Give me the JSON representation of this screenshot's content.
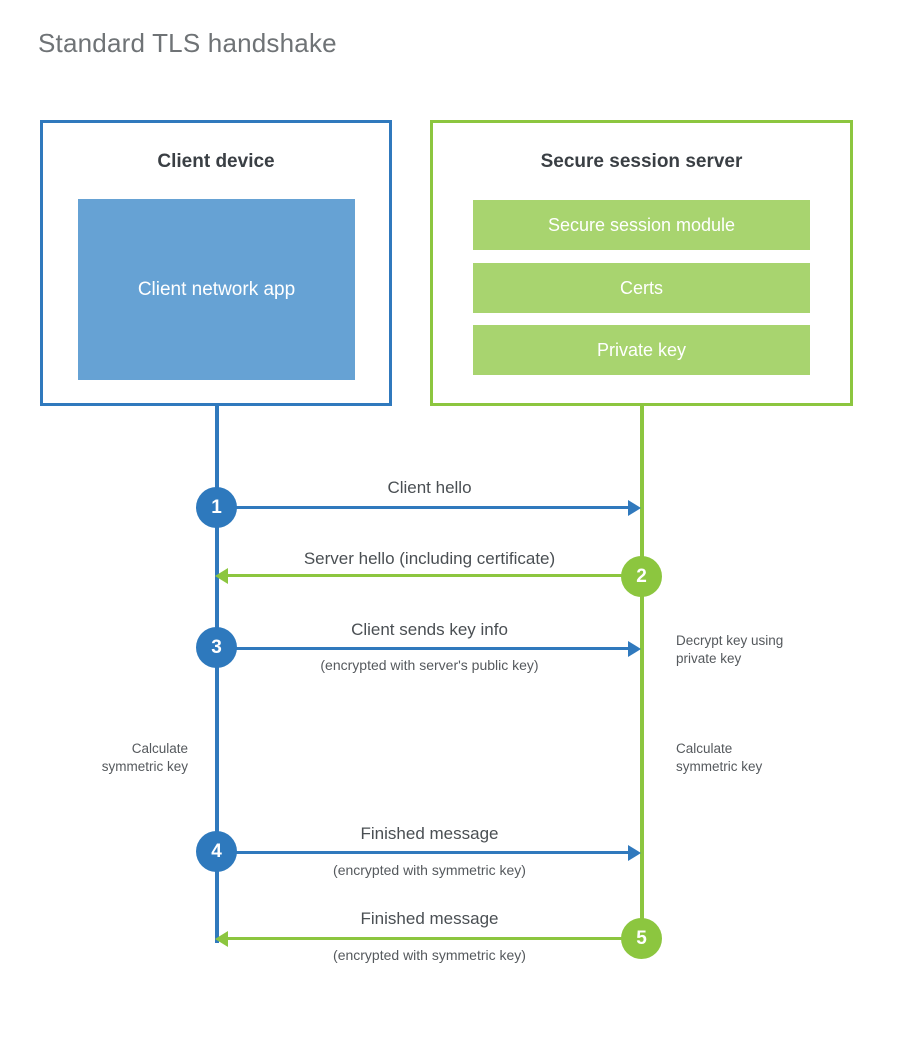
{
  "diagram": {
    "title": "Standard TLS handshake",
    "colors": {
      "client_border": "#3079bd",
      "client_fill": "#66a2d4",
      "server_border": "#8cc63f",
      "server_fill": "#a8d46f",
      "badge_blue": "#2e79bd",
      "badge_green": "#8cc63f",
      "title_text": "#6f7376",
      "body_text": "#4a4f53",
      "background": "#ffffff"
    }
  },
  "client": {
    "title": "Client device",
    "app_label": "Client network app"
  },
  "server": {
    "title": "Secure session server",
    "blocks": [
      {
        "label": "Secure session module"
      },
      {
        "label": "Certs"
      },
      {
        "label": "Private key"
      }
    ]
  },
  "steps": [
    {
      "number": "1",
      "label": "Client hello",
      "sublabel": "",
      "direction": "client-to-server",
      "color": "blue"
    },
    {
      "number": "2",
      "label": "Server hello (including certificate)",
      "sublabel": "",
      "direction": "server-to-client",
      "color": "green"
    },
    {
      "number": "3",
      "label": "Client sends key info",
      "sublabel": "(encrypted with server's public key)",
      "direction": "client-to-server",
      "color": "blue"
    },
    {
      "number": "4",
      "label": "Finished message",
      "sublabel": "(encrypted with symmetric key)",
      "direction": "client-to-server",
      "color": "blue"
    },
    {
      "number": "5",
      "label": "Finished message",
      "sublabel": "(encrypted with symmetric key)",
      "direction": "server-to-client",
      "color": "green"
    }
  ],
  "notes": {
    "server_decrypt": "Decrypt key using\nprivate key",
    "server_decrypt_line1": "Decrypt key using",
    "server_decrypt_line2": "private key",
    "client_calculate_line1": "Calculate",
    "client_calculate_line2": "symmetric key",
    "server_calculate_line1": "Calculate",
    "server_calculate_line2": "symmetric key"
  }
}
